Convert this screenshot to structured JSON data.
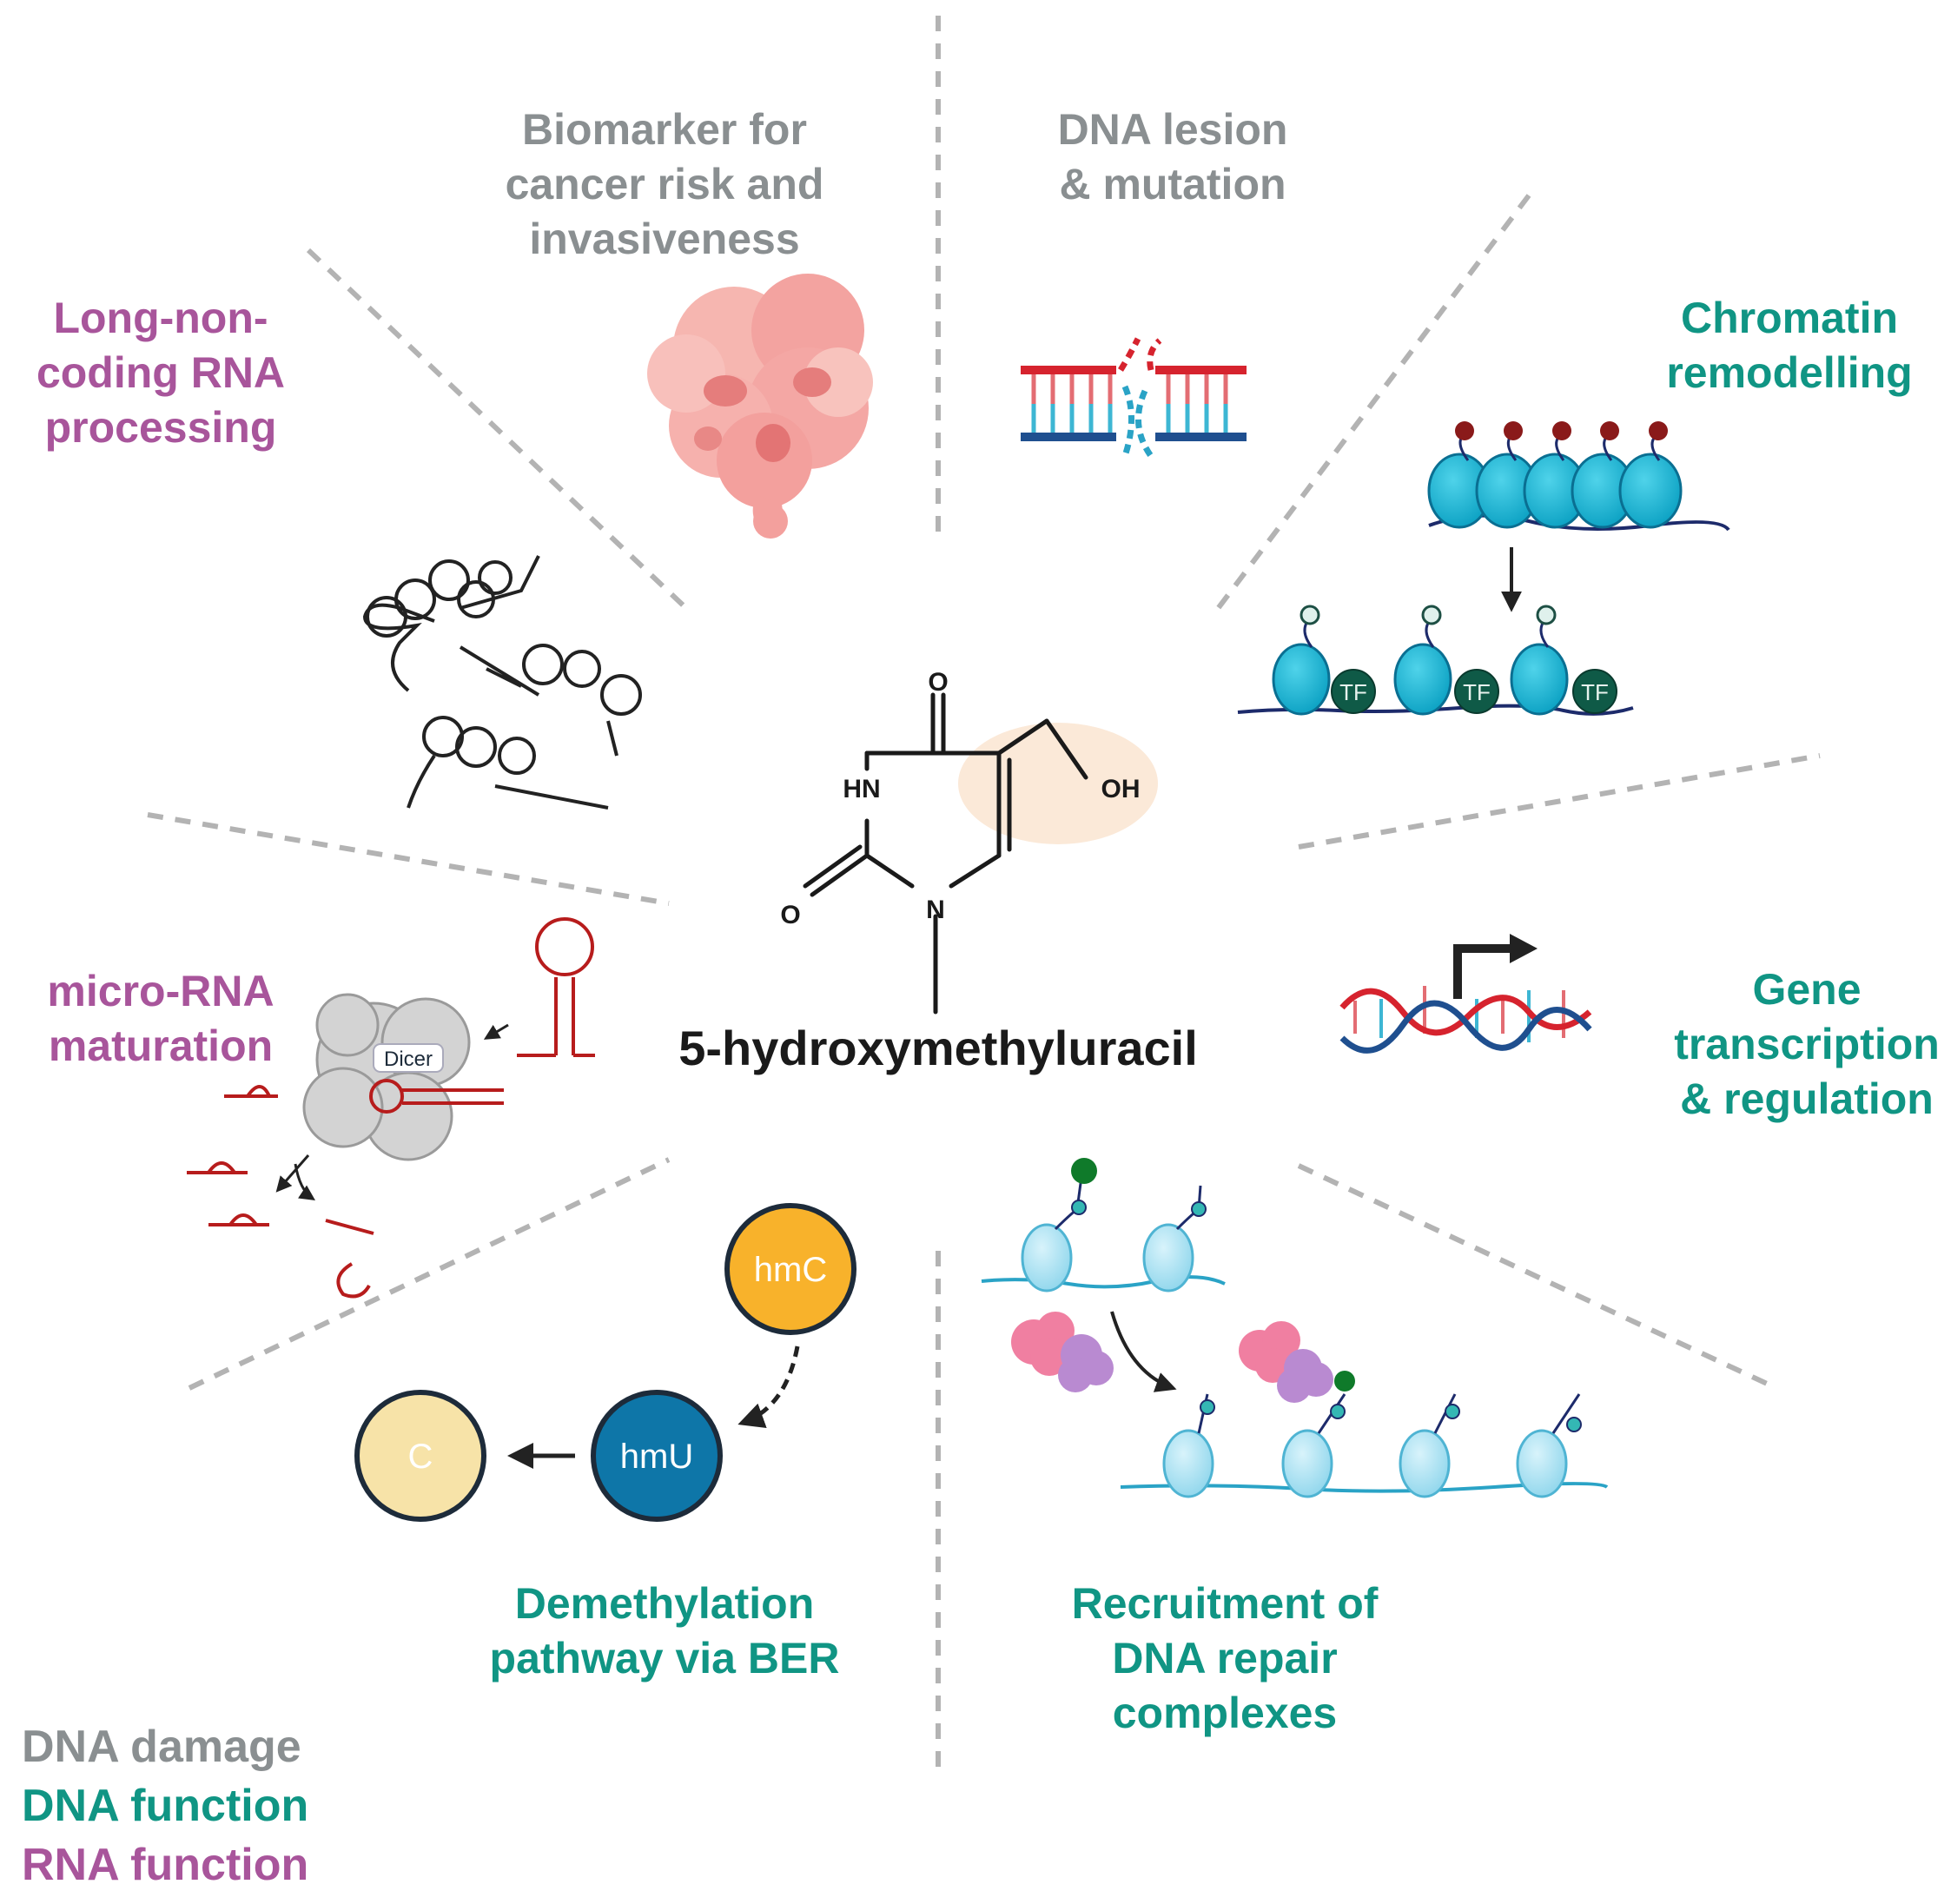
{
  "center": {
    "molecule_name": "5-hydroxymethyluracil",
    "atoms": {
      "o_top": "O",
      "hn": "HN",
      "oh": "OH",
      "o_left": "O",
      "n": "N"
    }
  },
  "sectors": {
    "biomarker": "Biomarker for\ncancer risk and\ninvasiveness",
    "dna_lesion": "DNA lesion\n& mutation",
    "chromatin": "Chromatin\nremodelling",
    "gene_transcription": "Gene\ntranscription\n& regulation",
    "repair_recruitment": "Recruitment of\nDNA repair\ncomplexes",
    "demethylation": "Demethylation\npathway via BER",
    "microrna": "micro-RNA\nmaturation",
    "lncrna": "Long-non-\ncoding RNA\nprocessing"
  },
  "icons": {
    "tf": "TF",
    "dicer": "Dicer",
    "hmc": "hmC",
    "hmu": "hmU",
    "c": "C"
  },
  "legend": {
    "dna_damage": "DNA damage",
    "dna_function": "DNA function",
    "rna_function": "RNA function"
  },
  "colors": {
    "dna_damage": "#8a8f91",
    "dna_function": "#109584",
    "rna_function": "#a8559b",
    "hmc_fill": "#f8b22b",
    "hmu_fill": "#0e76a8",
    "c_fill": "#f7e3a8"
  }
}
